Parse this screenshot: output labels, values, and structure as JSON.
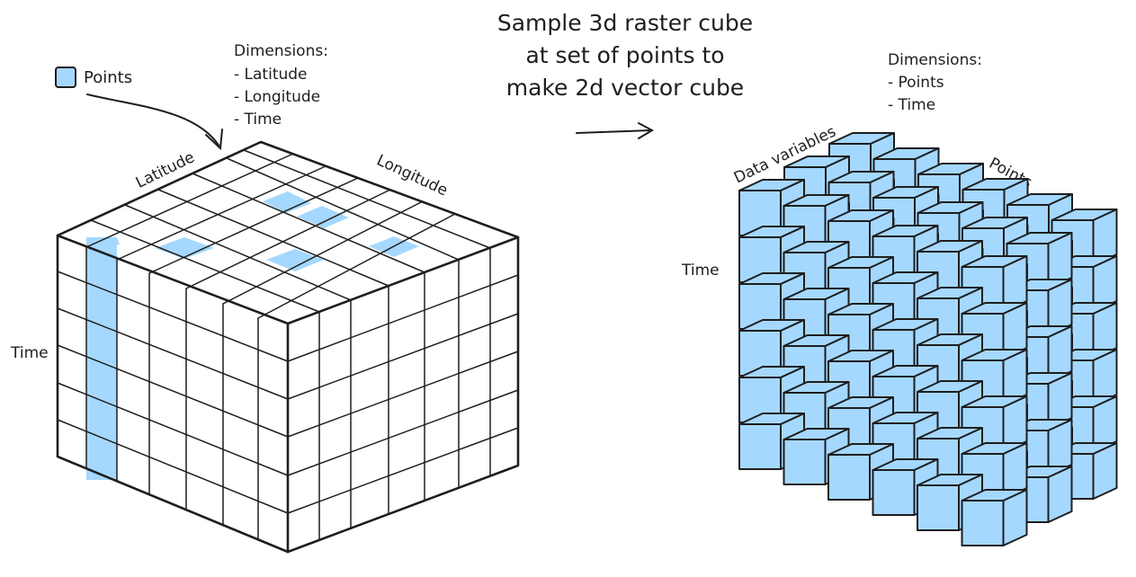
{
  "title_lines": [
    "Sample 3d raster cube",
    "at set of points to",
    "make 2d vector cube"
  ],
  "legend": {
    "label": "Points",
    "swatch_color": "#a5d8ff"
  },
  "raster_cube": {
    "dimensions_heading": "Dimensions:",
    "dimensions": [
      "- Latitude",
      "- Longitude",
      "- Time"
    ],
    "axis_labels": {
      "latitude": "Latitude",
      "longitude": "Longitude",
      "time": "Time"
    }
  },
  "vector_cube": {
    "dimensions_heading": "Dimensions:",
    "dimensions": [
      "- Points",
      "- Time"
    ],
    "axis_labels": {
      "data_variables": "Data variables",
      "points": "Points",
      "time": "Time"
    }
  },
  "colors": {
    "highlight": "#a5d8ff",
    "stroke": "#1e1e1e",
    "background": "#ffffff"
  }
}
